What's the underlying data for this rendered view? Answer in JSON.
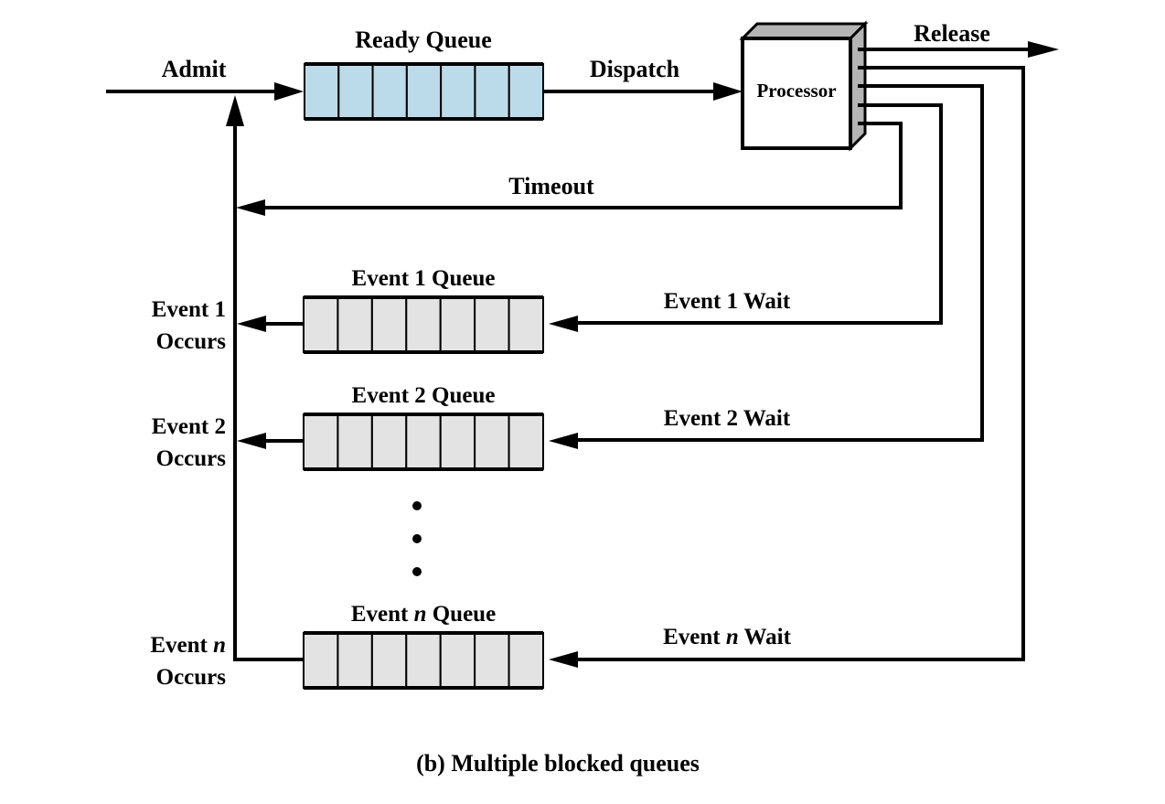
{
  "diagram": {
    "caption": "(b) Multiple blocked queues",
    "colors": {
      "ready_queue_fill": "#bcdbea",
      "event_queue_fill": "#e3e3e3",
      "processor_side": "#b4b4b4",
      "line": "#000000"
    },
    "labels": {
      "admit": "Admit",
      "ready_queue": "Ready Queue",
      "dispatch": "Dispatch",
      "processor": "Processor",
      "release": "Release",
      "timeout": "Timeout"
    },
    "queue_slots": 7,
    "event_queues": [
      {
        "queue_label_pre": "Event ",
        "queue_label_var": "1",
        "queue_label_post": " Queue",
        "var_italic": false,
        "wait_pre": "Event ",
        "wait_var": "1",
        "wait_post": " Wait",
        "occurs_line1_pre": "Event ",
        "occurs_line1_var": "1",
        "occurs_line2": "Occurs"
      },
      {
        "queue_label_pre": "Event ",
        "queue_label_var": "2",
        "queue_label_post": " Queue",
        "var_italic": false,
        "wait_pre": "Event ",
        "wait_var": "2",
        "wait_post": " Wait",
        "occurs_line1_pre": "Event ",
        "occurs_line1_var": "2",
        "occurs_line2": "Occurs"
      },
      {
        "queue_label_pre": "Event ",
        "queue_label_var": "n",
        "queue_label_post": " Queue",
        "var_italic": true,
        "wait_pre": "Event ",
        "wait_var": "n",
        "wait_post": " Wait",
        "occurs_line1_pre": "Event ",
        "occurs_line1_var": "n",
        "occurs_line2": "Occurs"
      }
    ],
    "ellipsis": "vertical-dots"
  }
}
